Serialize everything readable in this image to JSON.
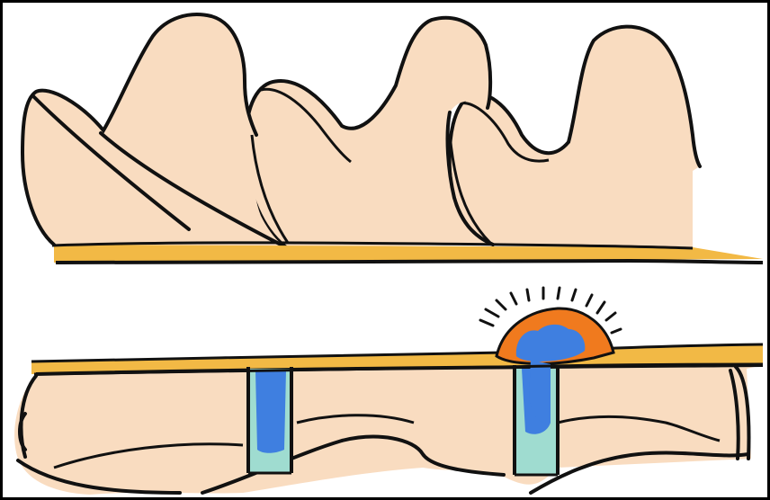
{
  "colors": {
    "skin": "#f9dcc0",
    "outline": "#111111",
    "ledge": "#f2b945",
    "water": "#3f7fe0",
    "water_light": "#9fdcd0",
    "magma": "#f07a1e",
    "frame": "#000000"
  },
  "scenes": [
    {
      "id": "top",
      "elements": [
        "three-peaks",
        "ledge"
      ]
    },
    {
      "id": "bottom",
      "elements": [
        "ledge",
        "finger-block",
        "water-channel-left",
        "water-channel-right",
        "hot-dome",
        "heat-rays"
      ]
    }
  ]
}
